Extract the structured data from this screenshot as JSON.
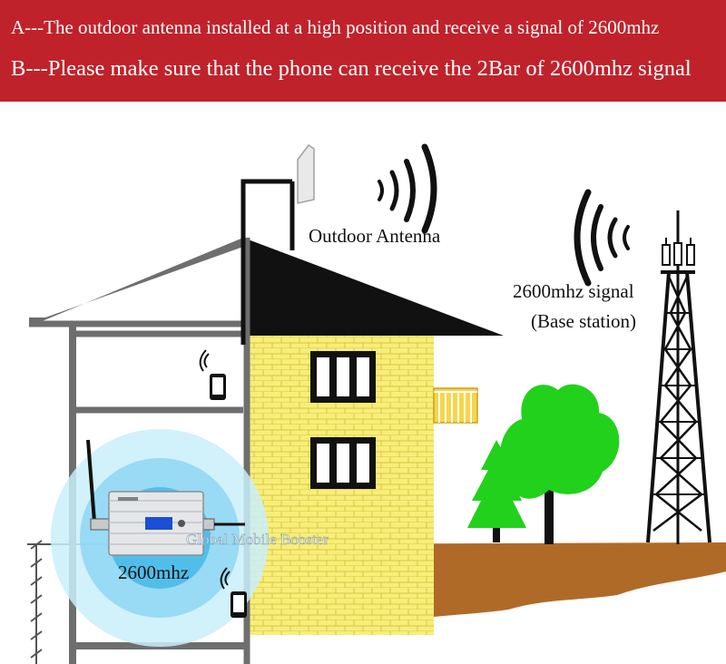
{
  "banner": {
    "line_a": "A---The outdoor antenna installed at a high position and  receive a signal of 2600mhz",
    "line_b": "B---Please make sure that the phone can receive the 2Bar of 2600mhz signal"
  },
  "labels": {
    "outdoor_antenna": "Outdoor Antenna",
    "signal": "2600mhz signal",
    "base_station": "(Base station)",
    "booster_freq": "2600mhz",
    "watermark": "Global Mobile Booster"
  },
  "colors": {
    "banner": "#c0222b",
    "wall": "#f7ee7a",
    "brick": "#d8c53e",
    "roof": "#111111",
    "ground": "#b06a28",
    "tree": "#22d11c",
    "coverage_outer": "#c9eefa",
    "coverage_mid": "#8fd6f2",
    "coverage_inner": "#44b8e6"
  }
}
